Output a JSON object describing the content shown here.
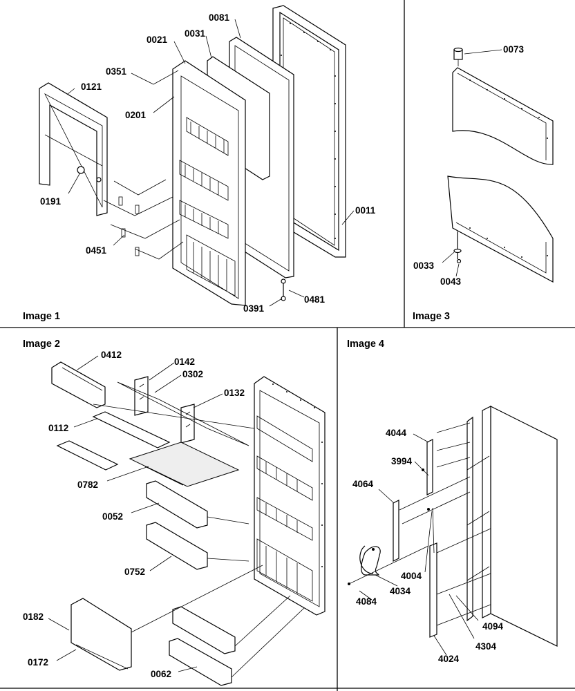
{
  "panels": {
    "image1": "Image 1",
    "image2": "Image 2",
    "image3": "Image 3",
    "image4": "Image 4"
  },
  "labels": {
    "p0081": "0081",
    "p0021": "0021",
    "p0031": "0031",
    "p0351": "0351",
    "p0121": "0121",
    "p0201": "0201",
    "p0191": "0191",
    "p0011": "0011",
    "p0451": "0451",
    "p0391": "0391",
    "p0481": "0481",
    "p0073": "0073",
    "p0033": "0033",
    "p0043": "0043",
    "p0412": "0412",
    "p0142": "0142",
    "p0302": "0302",
    "p0132": "0132",
    "p0112": "0112",
    "p0782": "0782",
    "p0052": "0052",
    "p0752": "0752",
    "p0182": "0182",
    "p0172": "0172",
    "p0062": "0062",
    "p4044": "4044",
    "p3994": "3994",
    "p4064": "4064",
    "p4004": "4004",
    "p4034": "4034",
    "p4084": "4084",
    "p4094": "4094",
    "p4304": "4304",
    "p4024": "4024"
  }
}
